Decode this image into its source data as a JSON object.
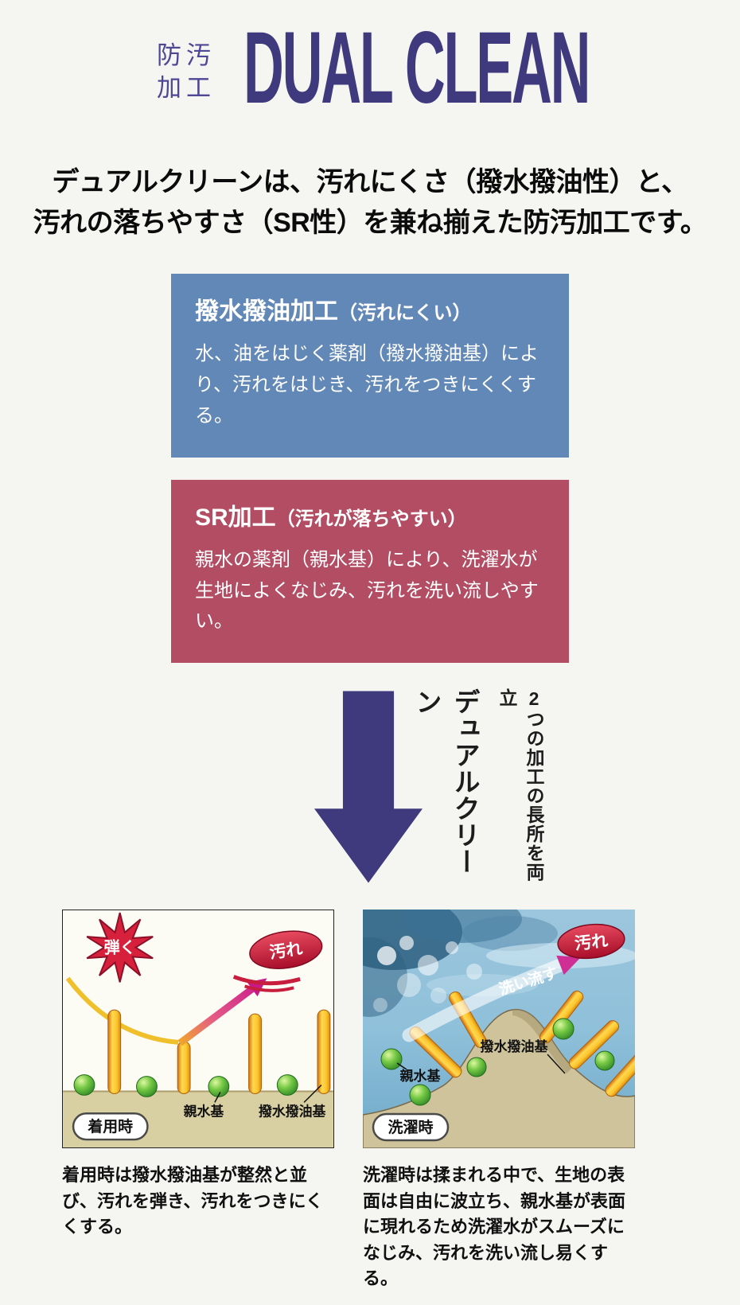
{
  "colors": {
    "brand_purple": "#3e3a7d",
    "tagline_purple": "#4d4795",
    "card_blue": "#6288b7",
    "card_red": "#b24d63",
    "arrow_purple": "#3e3a7d"
  },
  "header": {
    "tagline_line1": "防汚",
    "tagline_line2": "加工",
    "logo": "DUAL CLEAN"
  },
  "intro": {
    "line1": "デュアルクリーンは、汚れにくさ（撥水撥油性）と、",
    "line2": "汚れの落ちやすさ（SR性）を兼ね揃えた防汚加工です。"
  },
  "cards": [
    {
      "title": "撥水撥油加工",
      "title_note": "（汚れにくい）",
      "body": "水、油をはじく薬剤（撥水撥油基）により、汚れをはじき、汚れをつきにくくする。",
      "bg_color": "#6288b7"
    },
    {
      "title": "SR加工",
      "title_note": "（汚れが落ちやすい）",
      "body": "親水の薬剤（親水基）により、洗濯水が生地によくなじみ、汚れを洗い流しやすい。",
      "bg_color": "#b24d63"
    }
  ],
  "arrow_section": {
    "note": "2つの加工の長所を両立",
    "title": "デュアルクリーン"
  },
  "panels": [
    {
      "badge": "着用時",
      "burst_label": "弾く",
      "stain_label": "汚れ",
      "label_hydrophilic": "親水基",
      "label_repellent": "撥水撥油基",
      "caption": "着用時は撥水撥油基が整然と並び、汚れを弾き、汚れをつきにくくする。"
    },
    {
      "badge": "洗濯時",
      "stain_label": "汚れ",
      "flow_label": "洗い流す",
      "label_hydrophilic": "親水基",
      "label_repellent": "撥水撥油基",
      "caption": "洗濯時は揉まれる中で、生地の表面は自由に波立ち、親水基が表面に現れるため洗濯水がスムーズになじみ、汚れを洗い流し易くする。"
    }
  ]
}
